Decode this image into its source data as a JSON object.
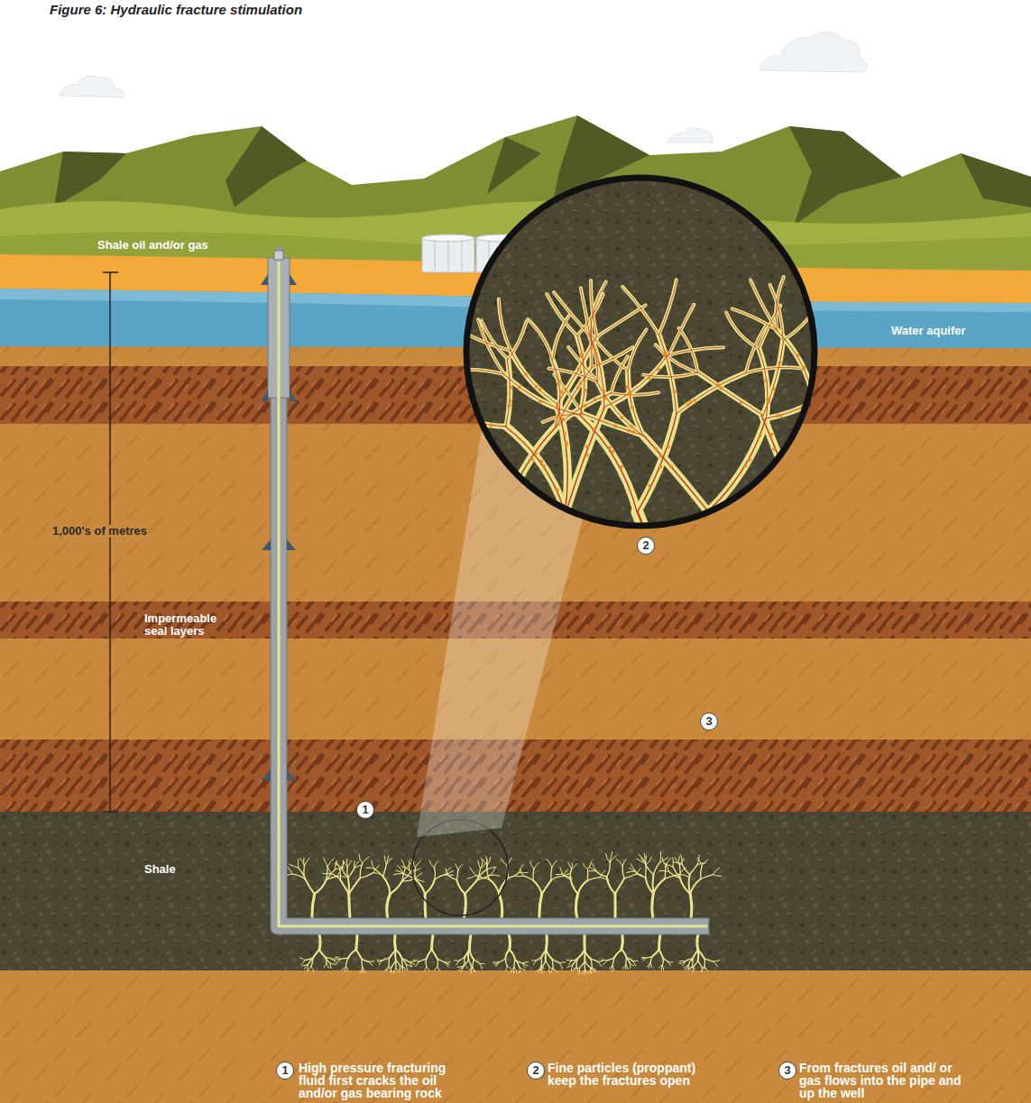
{
  "diagram": {
    "title": "Figure 6: Hydraulic fracture stimulation",
    "labels": [
      "Shale oil and/or gas",
      "Water aquifer",
      "1,000's of metres",
      "Impermeable seal layers",
      "2",
      "3",
      "1",
      "Shale",
      "1",
      "High pressure fracturing fluid first cracks the oil and/or gas bearing rock",
      "2",
      "Fine particles (proppant) keep the fractures open",
      "3",
      "From fractures oil and/ or gas flows into the pipe and up the well"
    ]
  }
}
